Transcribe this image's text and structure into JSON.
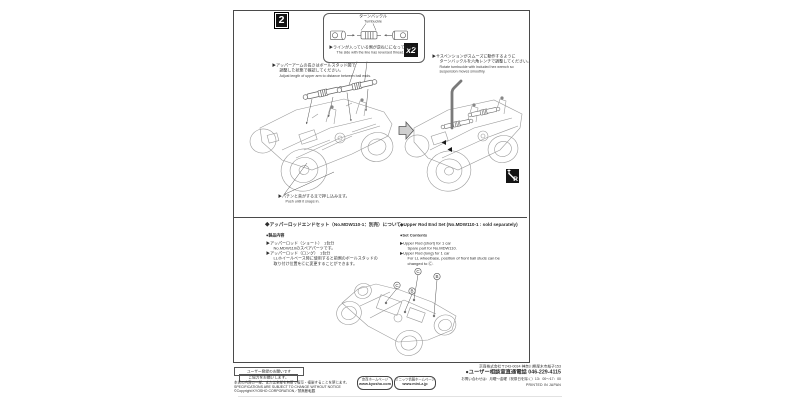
{
  "step": {
    "number": "2",
    "tool_badge": "R"
  },
  "callout": {
    "label_jp": "ターンバックル",
    "label_en": "Turnbuckle",
    "note_jp": "▶ラインが入っている側が逆ねじになっています。",
    "note_en": "The side with the line has reversed thread.",
    "quantity": "x2"
  },
  "notes": {
    "upper_arm_jp1": "▶アッパーアームの長さはボールスタッド間で",
    "upper_arm_jp2": "調整した状態で確認してください。",
    "upper_arm_en": "Adjust length of upper arm to distance between ball ends.",
    "turnbuckle_jp1": "▶サスペンションがスムーズに動作するように",
    "turnbuckle_jp2": "ターンバックルを六角レンチで調整してください。",
    "turnbuckle_en1": "Rotate turnbuckle with included hex wrench so",
    "turnbuckle_en2": "suspension moves smoothly.",
    "snap_jp": "▶パチンと音がするまで押し込みます。",
    "snap_en": "Push until it snaps in."
  },
  "parts_info": {
    "jp": {
      "title": "◆アッパーロッドエンドセット（No.MDW110-1：別売）について",
      "contents": "●製品内容",
      "item1_name": "▶アッパーロッド（ショート）　1台分",
      "item1_desc": "No.MDW110のスペアパーツです。",
      "item2_name": "▶アッパーロッド（ロング）　1台分",
      "item2_desc1": "LLホイールベース時に使用すると前側のボールスタッドの",
      "item2_desc2": "取り付け位置をⒸに変更することができます。"
    },
    "en": {
      "title": "◆Upper Rod End Set (No.MDW110-1 : sold separately)",
      "contents": "●Set Contents",
      "item1_name": "▶Upper Rod (short) for 1 car",
      "item1_desc": "Spare part for No.MDW110.",
      "item2_name": "▶Upper Rod (long) for 1 car",
      "item2_desc1": "For LL wheelbase, position of front ball studs can be",
      "item2_desc2": "changed to Ⓒ."
    }
  },
  "diagram": {
    "callouts": [
      "C",
      "B",
      "C",
      "B"
    ]
  },
  "footer": {
    "register_line1": "ユーザー登録のお願いです",
    "register_line2": "ご協力をお願いします。",
    "legal1": "本書の内容の一部、または全部を無断で複写・複製することを禁じます。",
    "legal2": "SPECIFICATIONS ARE SUBJECT TO CHANGE WITHOUT NOTICE",
    "legal3": "©Copyright KYOSHO CORPORATION／禁無断転載",
    "site1_label": "京商ホームページ",
    "site1_url": "www.kyosho.com",
    "site2_label": "ミニッツ情報ホームページ",
    "site2_url": "www.mini-z.jp",
    "company": "京商株式会社〒243-0034 神奈川県厚木市船子153",
    "support": "●ユーザー相談室直通電話 046-229-4115",
    "hours": "お問い合わせは：月曜～金曜（祝祭日を除く）13：00～17：00",
    "printed": "PRINTED IN JAPAN"
  }
}
